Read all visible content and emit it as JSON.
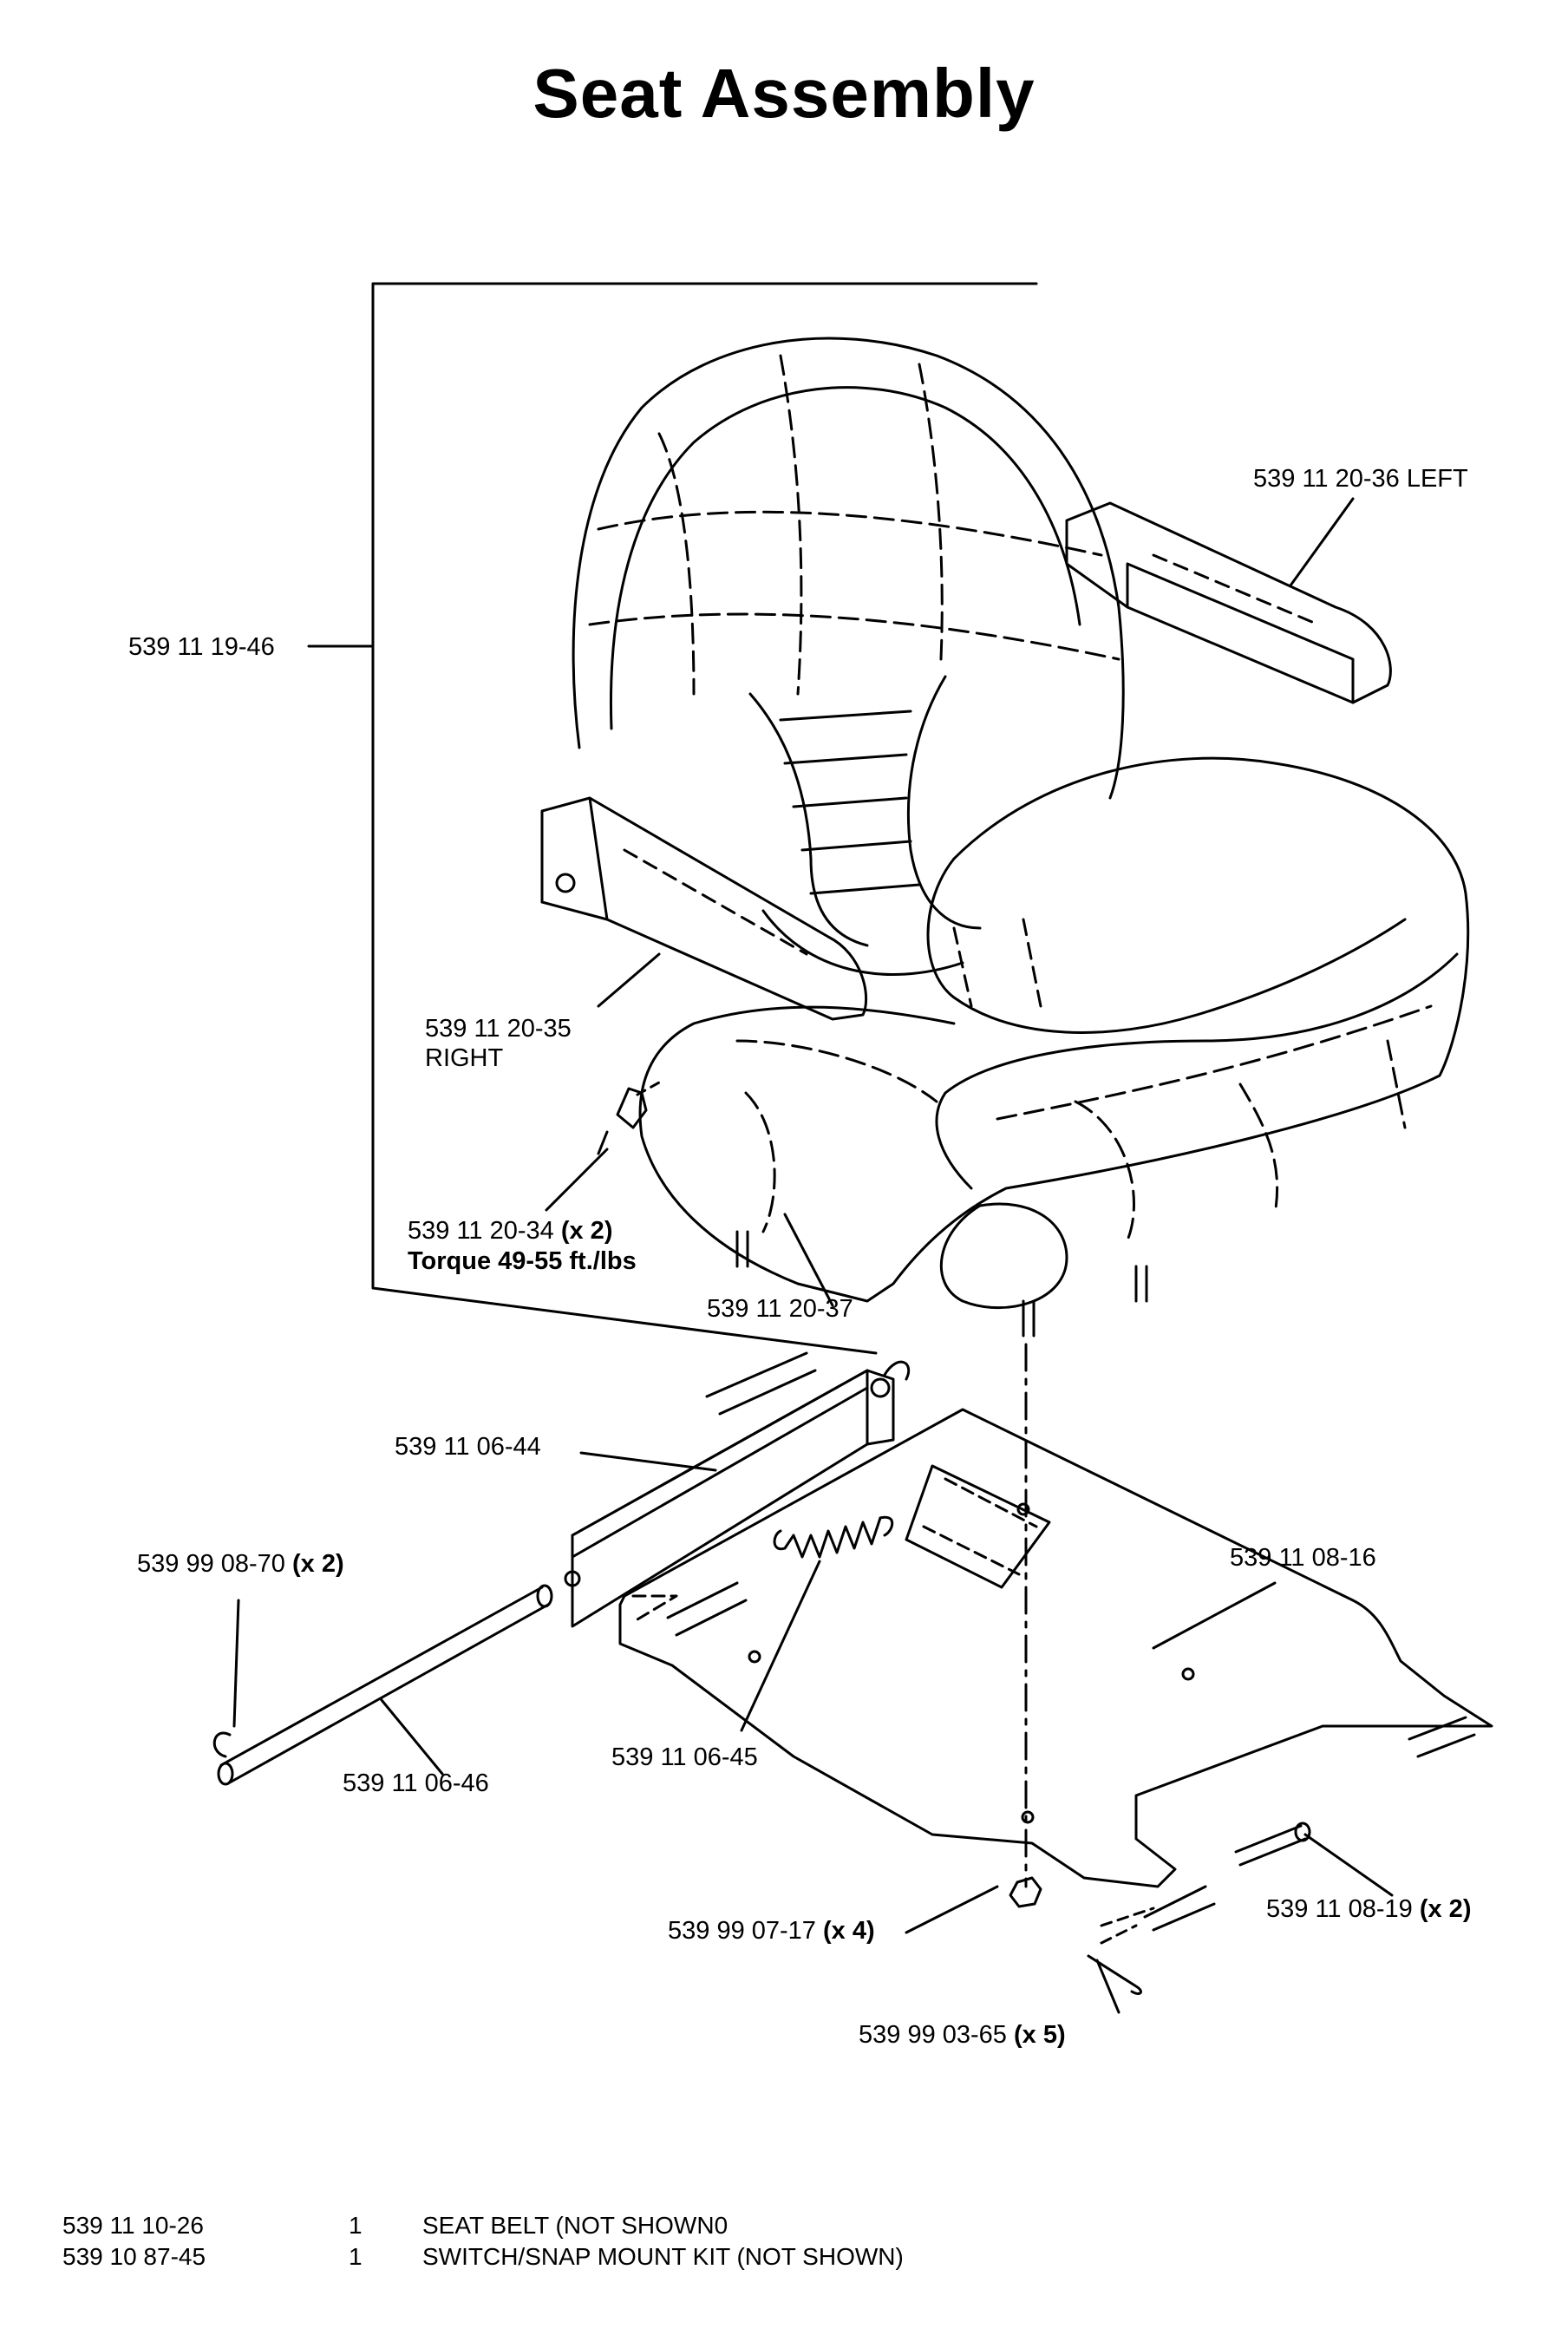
{
  "title": "Seat Assembly",
  "callouts": {
    "backrest": "539 11 19-46",
    "armrest_left": "539 11 20-36 LEFT",
    "armrest_right_num": "539 11 20-35",
    "armrest_right_side": "RIGHT",
    "bolt_num": "539 11 20-34",
    "bolt_qty": "(x 2)",
    "bolt_torque": "Torque 49-55 ft./lbs",
    "cushion": "539 11 20-37",
    "rail": "539 11 06-44",
    "clip_num": "539 99 08-70",
    "clip_qty": "(x 2)",
    "plate": "539 11 08-16",
    "rod": "539 11 06-46",
    "spring": "539 11 06-45",
    "nut_num": "539 99 07-17",
    "nut_qty": "(x 4)",
    "pin_num": "539 11 08-19",
    "pin_qty": "(x 2)",
    "cotter_num": "539 99 03-65",
    "cotter_qty": "(x 5)"
  },
  "parts_list": [
    {
      "part": "539 11 10-26",
      "qty": "1",
      "desc": "SEAT BELT (NOT SHOWN0"
    },
    {
      "part": "539 10 87-45",
      "qty": "1",
      "desc": "SWITCH/SNAP MOUNT KIT (NOT SHOWN)"
    }
  ]
}
